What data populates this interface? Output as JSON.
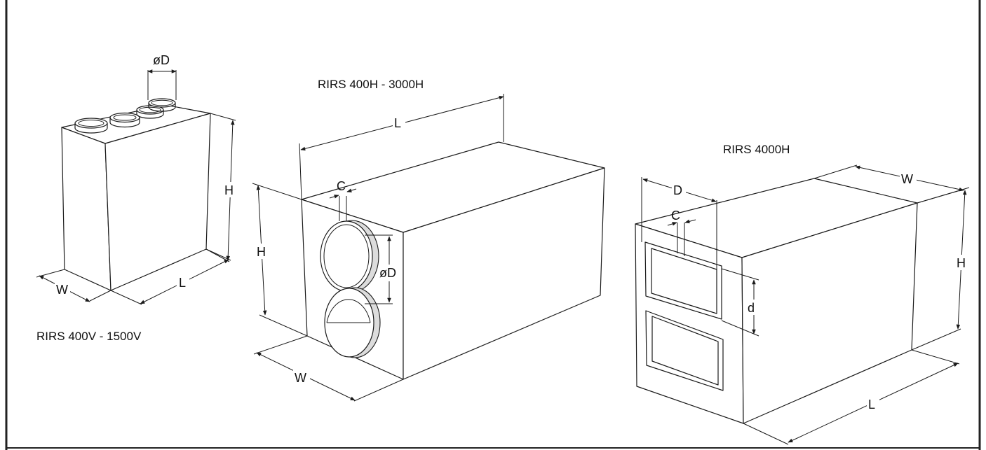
{
  "frame_border_color": "#222222",
  "units": {
    "vertical": {
      "title": "RIRS 400V - 1500V",
      "labels": {
        "diameter": "øD",
        "height": "H",
        "width": "W",
        "length": "L"
      }
    },
    "horizontal": {
      "title": "RIRS 400H - 3000H",
      "labels": {
        "length": "L",
        "collar": "C",
        "height": "H",
        "diameter": "øD",
        "width": "W"
      }
    },
    "large": {
      "title": "RIRS 4000H",
      "labels": {
        "width_top": "W",
        "flange_width": "D",
        "collar": "C",
        "flange_height": "d",
        "height": "H",
        "length": "L"
      }
    }
  }
}
